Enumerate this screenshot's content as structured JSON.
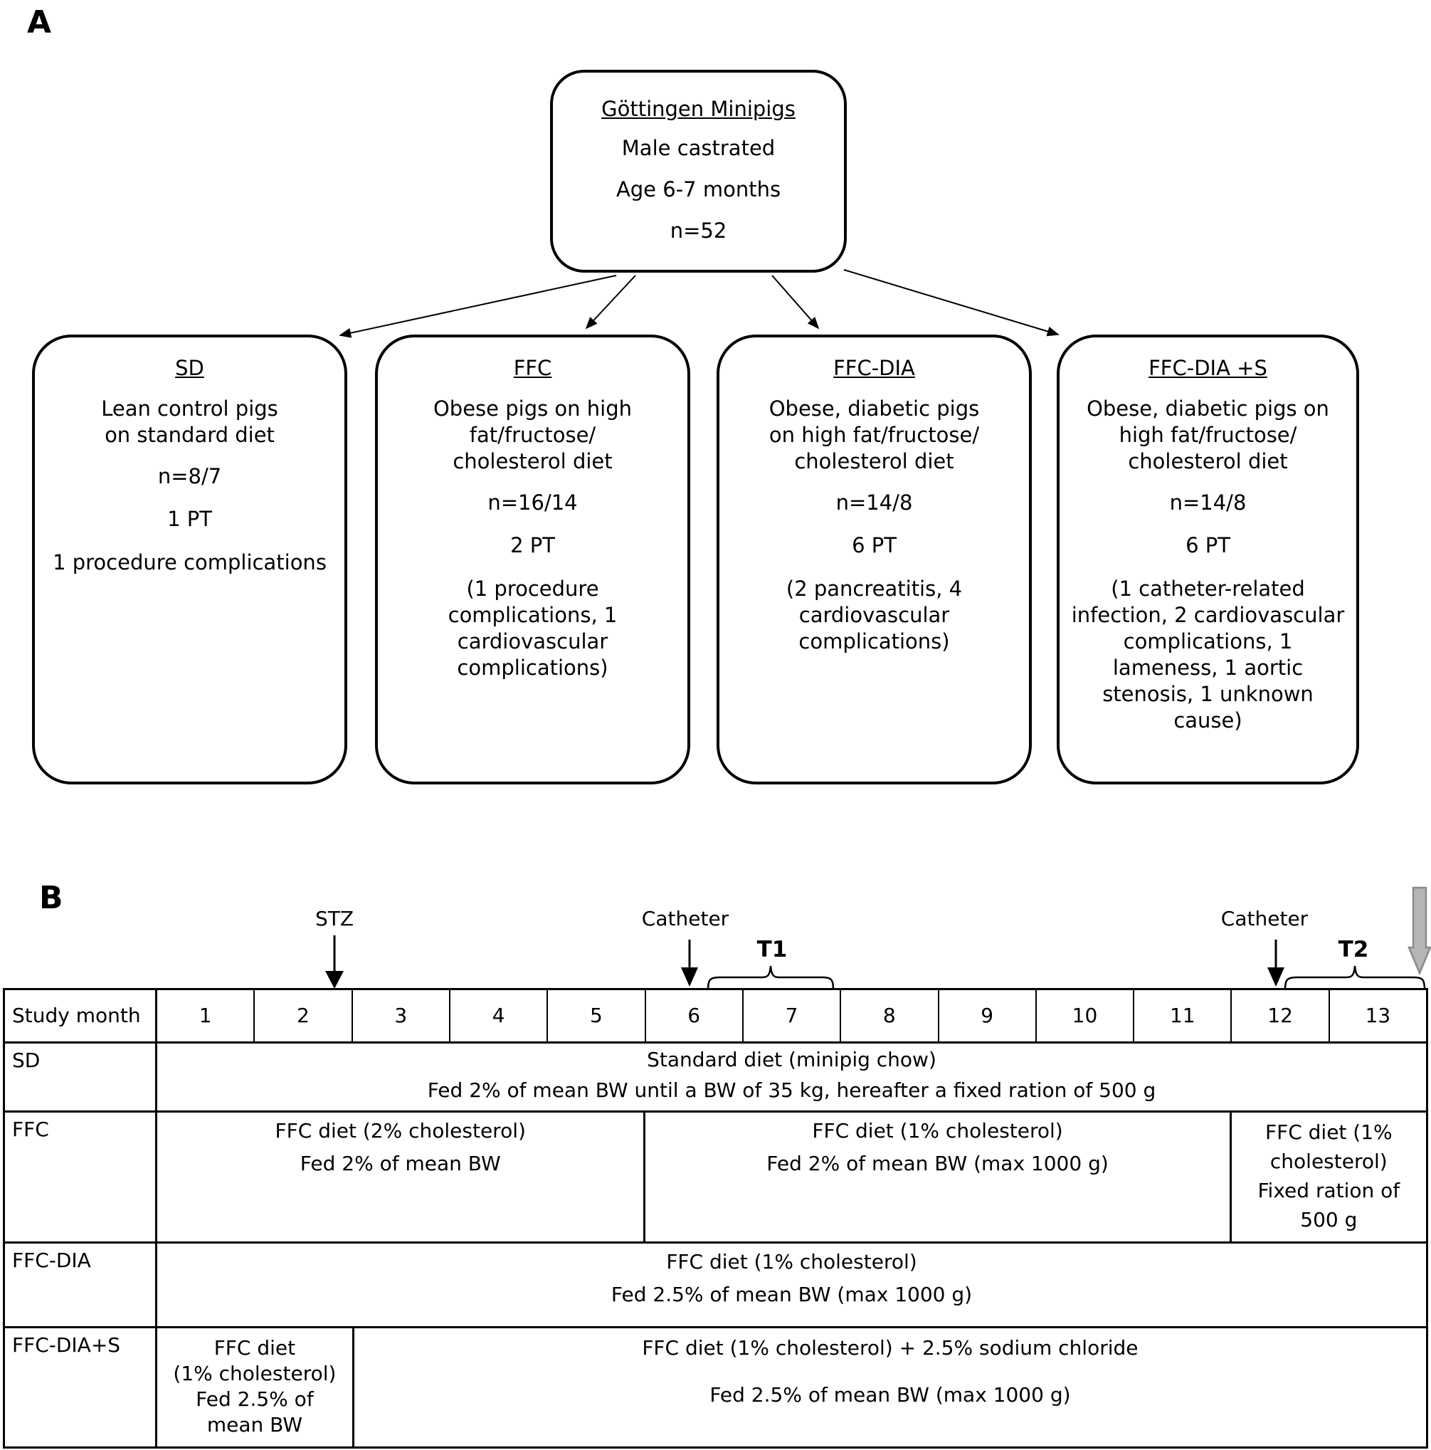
{
  "panel_a": {
    "label": "A",
    "root": {
      "title": "Göttingen Minipigs",
      "lines": [
        "Male castrated",
        "Age 6-7 months",
        "n=52"
      ]
    },
    "groups": [
      {
        "title": "SD",
        "desc_lines": [
          "Lean control pigs",
          "on standard diet"
        ],
        "n": "n=8/7",
        "pt": "1 PT",
        "complications": "1 procedure complications"
      },
      {
        "title": "FFC",
        "desc_lines": [
          "Obese pigs on high",
          "fat/fructose/",
          "cholesterol diet"
        ],
        "n": "n=16/14",
        "pt": "2 PT",
        "complications": "(1 procedure complications, 1 cardiovascular complications)"
      },
      {
        "title": "FFC-DIA",
        "desc_lines": [
          "Obese, diabetic pigs",
          "on high fat/fructose/",
          "cholesterol diet"
        ],
        "n": "n=14/8",
        "pt": "6 PT",
        "complications": "(2 pancreatitis, 4 cardiovascular complications)"
      },
      {
        "title": "FFC-DIA +S",
        "desc_lines": [
          "Obese, diabetic pigs on",
          "high fat/fructose/",
          "cholesterol diet"
        ],
        "n": "n=14/8",
        "pt": "6 PT",
        "complications": "(1 catheter-related infection, 2 cardiovascular complications, 1 lameness, 1 aortic stenosis, 1 unknown cause)"
      }
    ]
  },
  "panel_b": {
    "label": "B",
    "annotations": {
      "stz": "STZ",
      "catheter1": "Catheter",
      "t1": "T1",
      "catheter2": "Catheter",
      "t2": "T2"
    },
    "gray_arrow_color": "#b5b5b5",
    "gray_arrow_border": "#8a8a8a",
    "table": {
      "header_label": "Study month",
      "months": [
        "1",
        "2",
        "3",
        "4",
        "5",
        "6",
        "7",
        "8",
        "9",
        "10",
        "11",
        "12",
        "13"
      ],
      "rows": [
        {
          "label": "SD",
          "cells": [
            {
              "months": "1-13",
              "lines": [
                "Standard diet (minipig chow)",
                "Fed 2% of mean BW until a BW of 35 kg, hereafter a fixed ration of 500 g"
              ]
            }
          ]
        },
        {
          "label": "FFC",
          "cells": [
            {
              "months": "1-5",
              "lines": [
                "FFC diet (2% cholesterol)",
                "Fed 2% of mean BW"
              ]
            },
            {
              "months": "6-11",
              "lines": [
                "FFC diet (1% cholesterol)",
                "Fed 2% of mean BW (max 1000 g)"
              ]
            },
            {
              "months": "12-13",
              "lines": [
                "FFC diet (1%",
                "cholesterol)",
                "Fixed ration of",
                "500 g"
              ]
            }
          ]
        },
        {
          "label": "FFC-DIA",
          "cells": [
            {
              "months": "1-13",
              "lines": [
                "FFC diet (1% cholesterol)",
                "Fed 2.5% of mean BW (max 1000 g)"
              ]
            }
          ]
        },
        {
          "label": "FFC-DIA+S",
          "cells": [
            {
              "months": "1-2",
              "lines": [
                "FFC diet",
                "(1% cholesterol)",
                "Fed 2.5% of",
                "mean BW"
              ]
            },
            {
              "months": "3-13",
              "lines": [
                "FFC diet (1% cholesterol) + 2.5% sodium chloride",
                "Fed 2.5% of mean BW (max 1000 g)"
              ]
            }
          ]
        }
      ]
    }
  }
}
